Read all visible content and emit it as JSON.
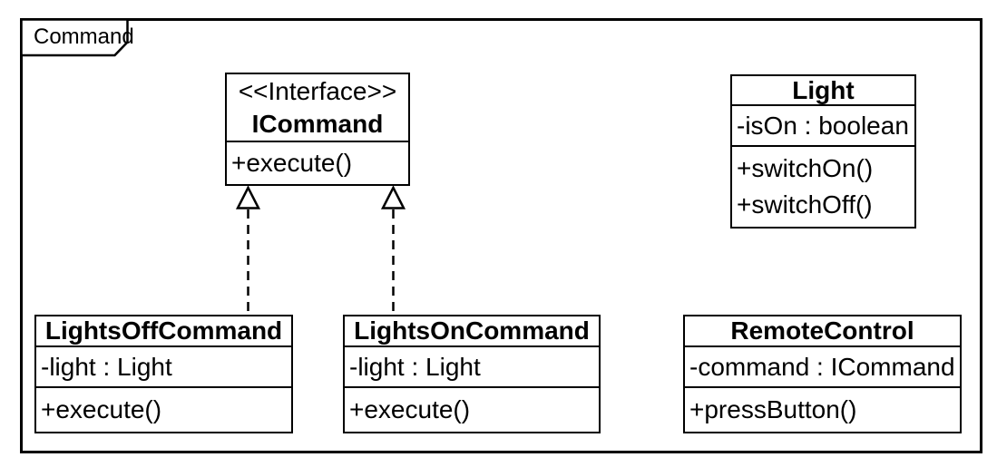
{
  "frame": {
    "label": "Command",
    "type": "uml-class-diagram-frame"
  },
  "classes": {
    "icommand": {
      "stereotype": "<<Interface>>",
      "name": "ICommand",
      "attributes": [],
      "operations": [
        "+execute()"
      ]
    },
    "light": {
      "name": "Light",
      "attributes": [
        "-isOn : boolean"
      ],
      "operations": [
        "+switchOn()",
        "+switchOff()"
      ]
    },
    "lights_off": {
      "name": "LightsOffCommand",
      "attributes": [
        "-light : Light"
      ],
      "operations": [
        "+execute()"
      ]
    },
    "lights_on": {
      "name": "LightsOnCommand",
      "attributes": [
        "-light : Light"
      ],
      "operations": [
        "+execute()"
      ]
    },
    "remote": {
      "name": "RemoteControl",
      "attributes": [
        "-command : ICommand"
      ],
      "operations": [
        "+pressButton()"
      ]
    }
  },
  "relationships": [
    {
      "type": "realization",
      "from": "LightsOffCommand",
      "to": "ICommand",
      "line": "dashed",
      "arrowhead": "hollow-triangle"
    },
    {
      "type": "realization",
      "from": "LightsOnCommand",
      "to": "ICommand",
      "line": "dashed",
      "arrowhead": "hollow-triangle"
    }
  ],
  "colors": {
    "line": "#000000",
    "background": "#ffffff"
  }
}
